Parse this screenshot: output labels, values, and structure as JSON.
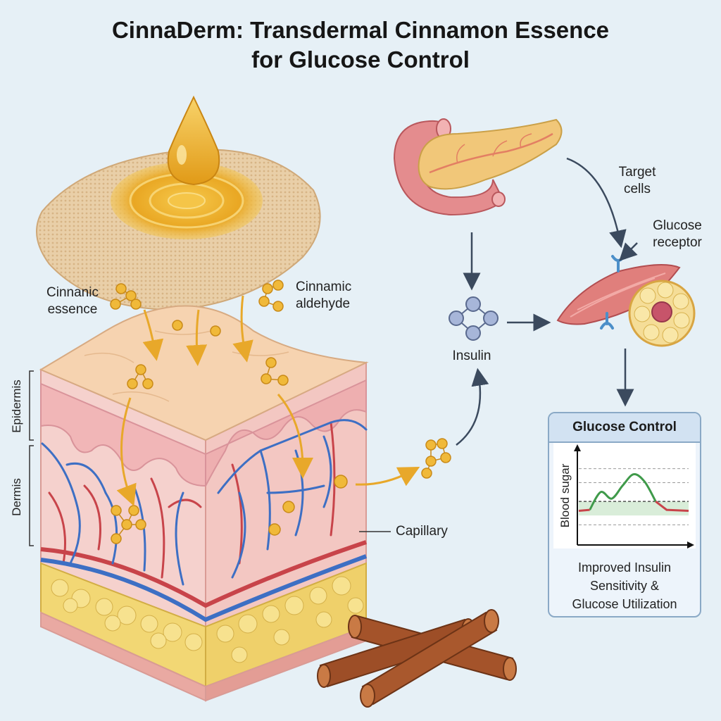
{
  "header": {
    "title_line1": "CinnaDerm: Transdermal Cinnamon Essence",
    "title_line2": "for Glucose Control"
  },
  "labels": {
    "cinnanic_essence_1": "Cinnanic",
    "cinnanic_essence_2": "essence",
    "cinnamic_aldehyde_1": "Cinnamic",
    "cinnamic_aldehyde_2": "aldehyde",
    "epidermis": "Epidermis",
    "dermis": "Dermis",
    "capillary": "Capillary",
    "insulin": "Insulin",
    "target_cells_1": "Target",
    "target_cells_2": "cells",
    "glucose_receptor_1": "Glucose",
    "glucose_receptor_2": "receptor"
  },
  "panel": {
    "title": "Glucose Control",
    "caption_line1": "Improved Insulin",
    "caption_line2": "Sensitivity &",
    "caption_line3": "Glucose Utilization"
  },
  "chart_data": {
    "type": "line",
    "ylabel": "Blood sugar",
    "xlabel": "",
    "series": [
      {
        "values": [
          0.35,
          0.36,
          0.55,
          0.48,
          0.62,
          0.74,
          0.66,
          0.45,
          0.36,
          0.35,
          0.35
        ]
      }
    ],
    "normal_band": [
      0.3,
      0.45
    ],
    "threshold": 0.45,
    "gridlines": [
      0.2,
      0.45,
      0.65,
      0.8
    ],
    "ylim": [
      0,
      1
    ]
  },
  "colors": {
    "background": "#e6f0f6",
    "vein": "#3d6fc4",
    "artery": "#c8444a",
    "molecule": "#f0b93a",
    "arrow": "#e8a82a",
    "flow_arrow": "#3b4a5e",
    "curve": "#3f9a4a",
    "curve_normal": "#c8444a"
  }
}
